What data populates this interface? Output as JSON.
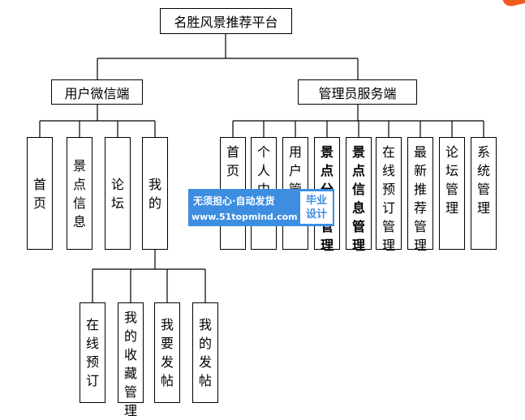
{
  "root": {
    "label": "名胜风景推荐平台"
  },
  "branches": [
    {
      "label": "用户微信端",
      "children": [
        {
          "label": "首页"
        },
        {
          "label": "景点信息"
        },
        {
          "label": "论坛"
        },
        {
          "label": "我的",
          "children": [
            {
              "label": "在线预订"
            },
            {
              "label": "我的收藏管理"
            },
            {
              "label": "我要发帖"
            },
            {
              "label": "我的发帖"
            }
          ]
        }
      ]
    },
    {
      "label": "管理员服务端",
      "children": [
        {
          "label": "首页"
        },
        {
          "label": "个人中心"
        },
        {
          "label": "用户管理"
        },
        {
          "label": "景点分类管理"
        },
        {
          "label": "景点信息管理"
        },
        {
          "label": "在线预订管理"
        },
        {
          "label": "最新推荐管理"
        },
        {
          "label": "论坛管理"
        },
        {
          "label": "系统管理"
        }
      ]
    }
  ],
  "watermark": {
    "line1": "无须担心·自动发货",
    "line2": "www.51topmind.com",
    "badge_top": "毕业",
    "badge_bottom": "设计"
  },
  "colors": {
    "watermark_bg": "#3d8de0",
    "corner_logo": "#f05a22"
  }
}
